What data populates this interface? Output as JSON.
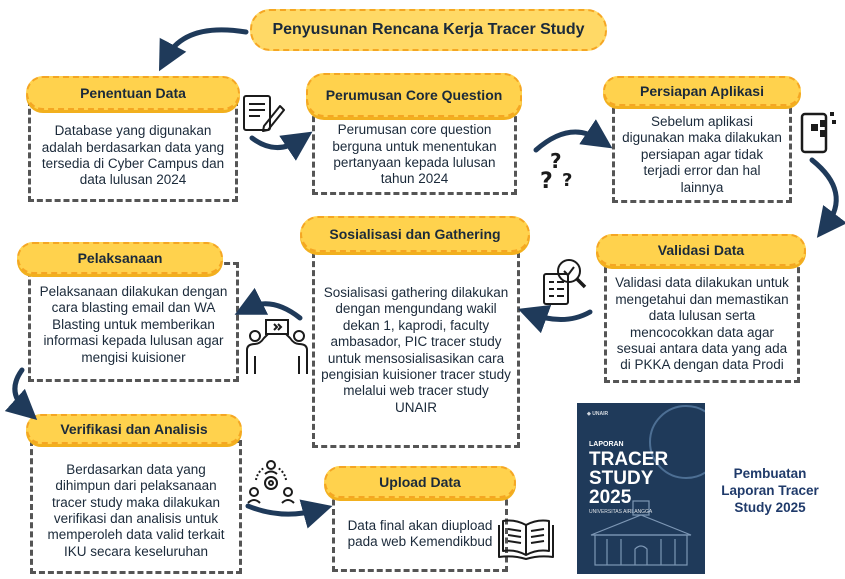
{
  "title": "Penyusunan Rencana Kerja Tracer Study",
  "steps": [
    {
      "title": "Penentuan Data",
      "text": "Database yang digunakan adalah berdasarkan data yang tersedia di Cyber Campus dan data lulusan 2024"
    },
    {
      "title": "Perumusan Core Question",
      "text": "Perumusan core question berguna untuk menentukan pertanyaan kepada lulusan tahun 2024"
    },
    {
      "title": "Persiapan Aplikasi",
      "text": "Sebelum aplikasi digunakan maka dilakukan persiapan agar tidak terjadi error dan hal lainnya"
    },
    {
      "title": "Validasi Data",
      "text": "Validasi data dilakukan untuk mengetahui dan memastikan data lulusan serta mencocokkan data agar sesuai antara data yang ada di PKKA dengan data Prodi"
    },
    {
      "title": "Sosialisasi dan Gathering",
      "text": "Sosialisasi gathering dilakukan dengan mengundang wakil dekan 1, kaprodi, faculty ambasador, PIC tracer study untuk mensosialisasikan cara pengisian kuisioner tracer study melalui web tracer study UNAIR"
    },
    {
      "title": "Pelaksanaan",
      "text": "Pelaksanaan dilakukan dengan cara blasting email dan WA Blasting untuk memberikan informasi kepada lulusan agar mengisi kuisioner"
    },
    {
      "title": "Verifikasi dan Analisis",
      "text": "Berdasarkan data yang dihimpun dari pelaksanaan tracer study maka dilakukan verifikasi dan analisis untuk memperoleh data valid terkait IKU secara keseluruhan"
    },
    {
      "title": "Upload Data",
      "text": "Data final akan diupload pada web Kemendikbud"
    }
  ],
  "final_step": "Pembuatan Laporan Tracer Study 2025",
  "report_cover": {
    "label": "LAPORAN",
    "line1": "TRACER",
    "line2": "STUDY",
    "year": "2025",
    "university": "UNIVERSITAS AIRLANGGA"
  },
  "colors": {
    "pill": "#ffd24d",
    "pill_border": "#f5a623",
    "arrow": "#1f3a5a",
    "cover": "#1f3a5a"
  }
}
